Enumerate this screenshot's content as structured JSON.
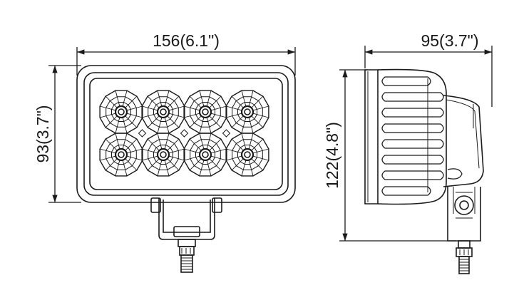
{
  "dimensions": {
    "front_width": "156(6.1\")",
    "front_height": "93(3.7\")",
    "side_depth": "95(3.7\")",
    "side_height": "122(4.8\")"
  },
  "views": {
    "front": {
      "led_count": 8,
      "led_rows": 2,
      "led_columns": 4
    },
    "side": {}
  },
  "colors": {
    "line": "#1a1a1a",
    "background": "#ffffff"
  }
}
